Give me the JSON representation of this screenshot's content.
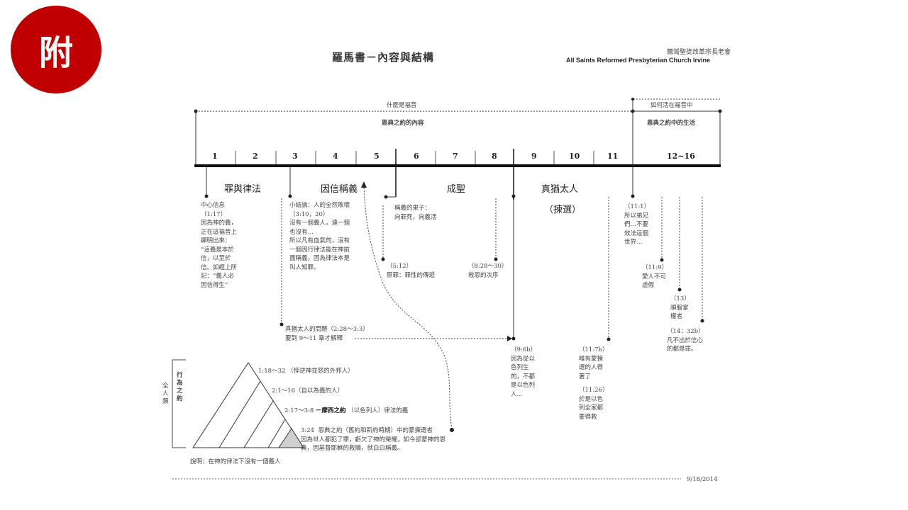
{
  "badge": "附",
  "header": {
    "title": "羅馬書－內容與結構",
    "church_zh": "爾灣聖徒改革宗長老會",
    "church_en": "All Saints Reformed Presbyterian Church Irvine"
  },
  "bands": {
    "left_top": "什麼是福音",
    "left_sub": "恩典之約的內容",
    "right_top": "如何活在福音中",
    "right_sub": "恩典之約中的生活"
  },
  "chapters": [
    "1",
    "2",
    "3",
    "4",
    "5",
    "6",
    "7",
    "8",
    "9",
    "10",
    "11",
    "12~16"
  ],
  "sections": {
    "s1": "罪與律法",
    "s2": "因信稱義",
    "s3": "成聖",
    "s4": "真猶太人",
    "s4b": "（揀選）"
  },
  "notes": {
    "n1": "中心信息\n（1:17）\n因為神的義，\n正在這福音上\n顯明出來：\n“這義是本於\n信，以至於\n信。如經上所\n記：“義人必\n因信得生”",
    "n2": "小結論：人的全然敗壞\n（3:10，20）\n沒有一個義人，連一個\n也沒有…\n所以凡有血氣的，沒有\n一個因行律法能在神前\n面稱義，因為律法本是\n叫人知罪。",
    "n3": "稱義的果子：\n向罪死，向義活",
    "n4": "（5:12）\n原罪：罪性的傳遞",
    "n5": "（8:28～30）\n救恩的次序",
    "n6": "真猶太人的問題（2:28～3:3）\n要到 9～11 章才解釋",
    "n7": "（9:6b）\n因為從以\n色列生\n的，不都\n是以色列\n人…",
    "n8": "（11:7b）\n唯有蒙揀\n選的人得\n著了",
    "n9": "（11:26）\n於是以色\n列全家都\n要得救",
    "n10": "（11:1）\n所以弟兄\n們…不要\n效法這個\n世界…",
    "n11": "（11:9）\n愛人不可\n虛假",
    "n12": "（13）\n順服掌\n權者",
    "n13": "（14：32b）\n凡不出於信心\n的都是罪。"
  },
  "triangle": {
    "side_label": "全人類",
    "vertical_label": "行為之約",
    "t1": "1:18～32 （悖逆神並怒的外邦人）",
    "t2": "2:1～16（自以為義的人）",
    "t3_ref": "2:17～3:8",
    "t3_bold": "－摩西之約",
    "t3_rest": "（以色列人）律法的義",
    "t4": "3:24  恩典之約（舊約和新約時期）中的蒙揀選者\n因為世人都犯了罪，虧欠了神的榮耀，如今卻蒙神的恩\n典，因基督耶穌的救贖，就白白稱義。",
    "caption": "說明：在神的律法下沒有一個義人"
  },
  "footer_date": "9/18/2014"
}
